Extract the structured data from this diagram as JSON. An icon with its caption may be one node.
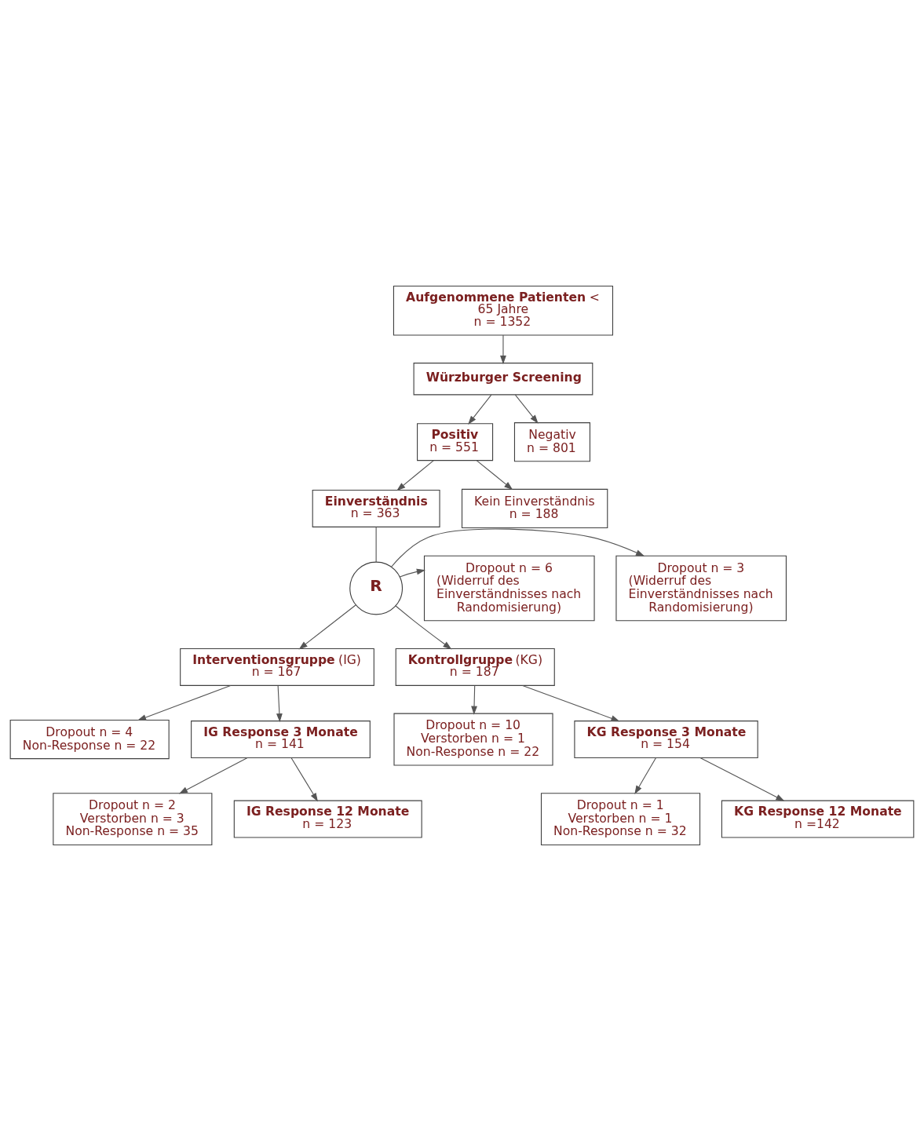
{
  "diagram": {
    "nodes": [
      {
        "text": [
          "**Aufgenommene Patienten** < 65 Jahre",
          "n = 1352"
        ]
      },
      {
        "text": [
          "Würzburger Screening"
        ]
      },
      {
        "text": [
          "Positiv",
          "n = 551"
        ]
      },
      {
        "text": [
          "Negativ",
          "n = 801"
        ]
      },
      {
        "text": [
          "Einverständnis",
          "n = 363"
        ]
      },
      {
        "text": [
          "Kein Einverständnis",
          "n = 188"
        ]
      },
      {
        "text": [
          "R"
        ]
      },
      {
        "text": [
          "Dropout n = 3",
          "(Widerruf des Einverständnisses nach Randomisierung)"
        ]
      },
      {
        "text": [
          "Dropout n = 6",
          "(Widerruf des Einverständnisses nach Randomisierung)"
        ]
      },
      {
        "text": [
          "**Interventionsgruppe** (IG)",
          "n = 167"
        ]
      },
      {
        "text": [
          "**Kontrollgruppe** (KG)",
          "n = 187"
        ]
      },
      {
        "text": [
          "Dropout n = 4",
          "Non-Response n = 22"
        ]
      },
      {
        "text": [
          "Dropout n = 10",
          "Verstorben n = 1",
          "Non-Response n = 22"
        ]
      },
      {
        "text": [
          "IG Response 3 Monate",
          "n = 141"
        ]
      },
      {
        "text": [
          "KG Response 3 Monate",
          "n = 154"
        ]
      },
      {
        "text": [
          "Dropout n = 2",
          "Verstorben n = 3",
          "Non-Response n = 35"
        ]
      },
      {
        "text": [
          "Dropout n = 1",
          "Verstorben n = 1",
          "Non-Response n = 32"
        ]
      },
      {
        "text": [
          "IG Response 12 Monate",
          "n = 123"
        ]
      },
      {
        "text": [
          "KG Response 12 Monate",
          "n =142"
        ]
      }
    ],
    "edges": [
      {
        "from": 0,
        "to": 1,
        "arrow": "to"
      },
      {
        "from": 1,
        "to": 2,
        "arrow": "to"
      },
      {
        "from": 1,
        "to": 3,
        "arrow": "to"
      },
      {
        "from": 2,
        "to": 4,
        "arrow": "to"
      },
      {
        "from": 2,
        "to": 5,
        "arrow": "to"
      },
      {
        "from": 4,
        "to": 6,
        "arrow": "none"
      },
      {
        "from": 6,
        "to": 7,
        "arrow": "to"
      },
      {
        "from": 6,
        "to": 8,
        "arrow": "to"
      },
      {
        "from": 6,
        "to": 9,
        "arrow": "to"
      },
      {
        "from": 6,
        "to": 10,
        "arrow": "to"
      },
      {
        "from": 9,
        "to": 11,
        "arrow": "to"
      },
      {
        "from": 9,
        "to": 13,
        "arrow": "to"
      },
      {
        "from": 10,
        "to": 12,
        "arrow": "to"
      },
      {
        "from": 10,
        "to": 14,
        "arrow": "to"
      },
      {
        "from": 13,
        "to": 15,
        "arrow": "to"
      },
      {
        "from": 13,
        "to": 17,
        "arrow": "to"
      },
      {
        "from": 14,
        "to": 16,
        "arrow": "to"
      },
      {
        "from": 14,
        "to": 18,
        "arrow": "to"
      }
    ]
  }
}
